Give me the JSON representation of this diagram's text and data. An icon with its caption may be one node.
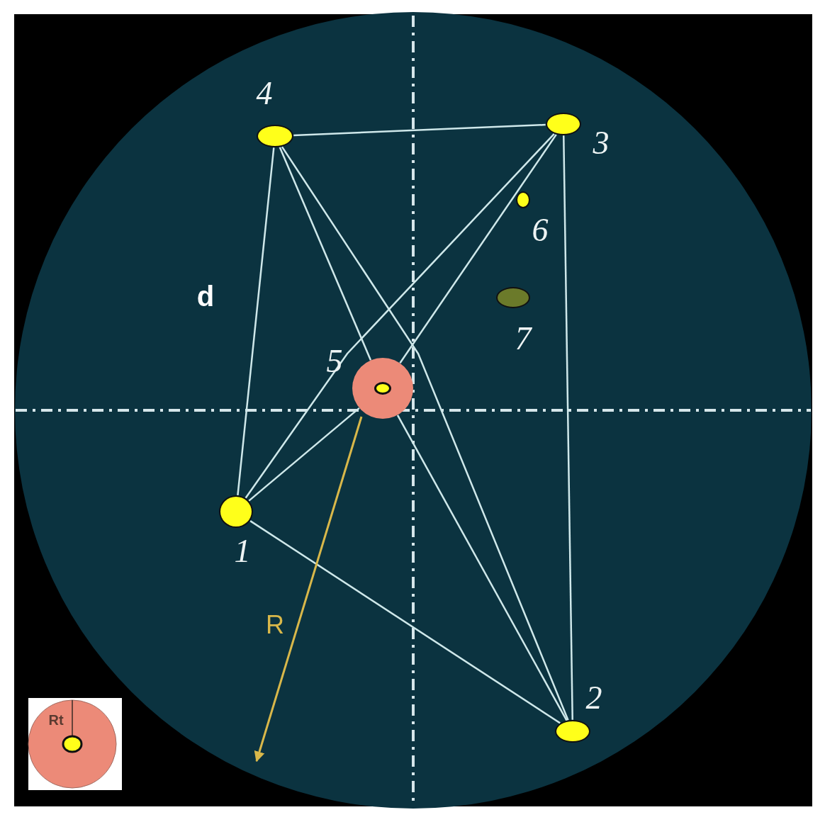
{
  "diagram": {
    "nodes": [
      {
        "text": [],
        "shape": "circle",
        "beside": [
          "1"
        ]
      },
      {
        "text": [],
        "shape": "circle",
        "beside": [
          "2"
        ]
      },
      {
        "text": [],
        "shape": "circle",
        "beside": [
          "3"
        ]
      },
      {
        "text": [],
        "shape": "circle",
        "beside": [
          "4"
        ]
      },
      {
        "text": [],
        "shape": "circle",
        "beside": [
          "5"
        ]
      },
      {
        "text": [],
        "shape": "circle",
        "beside": [
          "6"
        ]
      },
      {
        "text": [],
        "shape": "circle",
        "beside": [
          "7"
        ]
      }
    ],
    "edges": [
      {
        "from": 3,
        "to": 2,
        "arrow": "none"
      },
      {
        "from": 3,
        "to": 0,
        "arrow": "none"
      },
      {
        "from": 2,
        "to": 1,
        "arrow": "none"
      },
      {
        "from": 0,
        "to": 1,
        "arrow": "none"
      },
      {
        "from": 3,
        "to": 4,
        "arrow": "none"
      },
      {
        "from": 3,
        "to": 1,
        "arrow": "none"
      },
      {
        "from": 2,
        "to": 0,
        "arrow": "none"
      },
      {
        "from": 2,
        "to": 4,
        "arrow": "none"
      },
      {
        "from": 0,
        "to": 4,
        "arrow": "none"
      },
      {
        "from": 4,
        "to": 1,
        "arrow": "none"
      }
    ],
    "labels": [
      "d",
      "R",
      "Rt"
    ]
  }
}
